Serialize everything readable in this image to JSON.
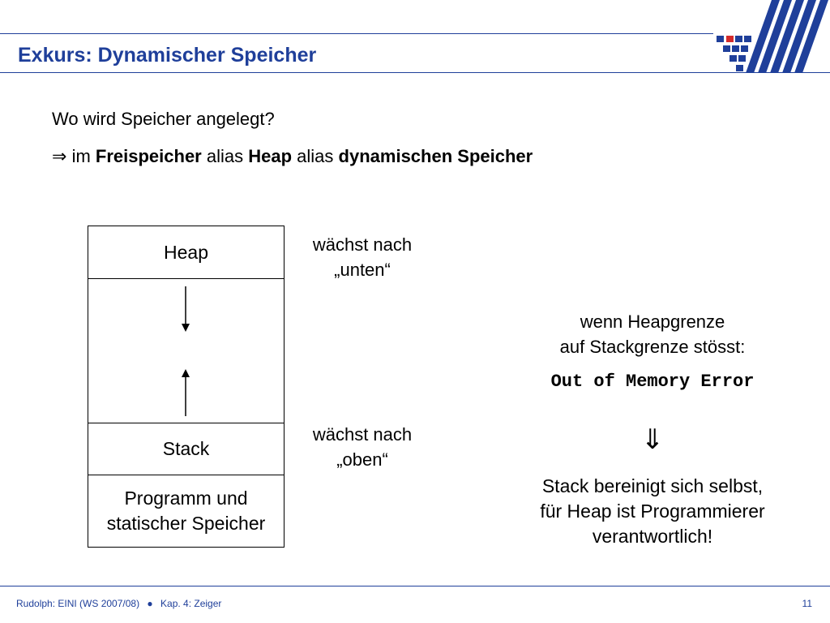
{
  "header": {
    "title": "Exkurs: Dynamischer Speicher",
    "logo_icon": "university-logo-icon",
    "accent_color": "#1f3f9a",
    "logo_red": "#d42b2b"
  },
  "body": {
    "question": "Wo wird Speicher angelegt?",
    "answer": {
      "implies_symbol": "⇒",
      "part1": "im",
      "term1": "Freispeicher",
      "part2": "alias",
      "term2": "Heap",
      "part3": "alias",
      "term3": "dynamischen Speicher"
    }
  },
  "diagram": {
    "heap_label": "Heap",
    "stack_label": "Stack",
    "program_label_line1": "Programm und",
    "program_label_line2": "statischer Speicher",
    "heap_growth_line1": "wächst nach",
    "heap_growth_line2": "„unten“",
    "stack_growth_line1": "wächst nach",
    "stack_growth_line2": "„oben“"
  },
  "notes": {
    "condition_line1": "wenn Heapgrenze",
    "condition_line2": "auf Stackgrenze stösst:",
    "error": "Out of Memory Error",
    "down_symbol": "⇓",
    "result_line1": "Stack bereinigt sich selbst,",
    "result_line2": "für Heap ist Programmierer",
    "result_line3": "verantwortlich!"
  },
  "footer": {
    "author_course": "Rudolph: EINI (WS 2007/08)",
    "separator": "●",
    "chapter": "Kap. 4: Zeiger",
    "page_number": "11"
  }
}
